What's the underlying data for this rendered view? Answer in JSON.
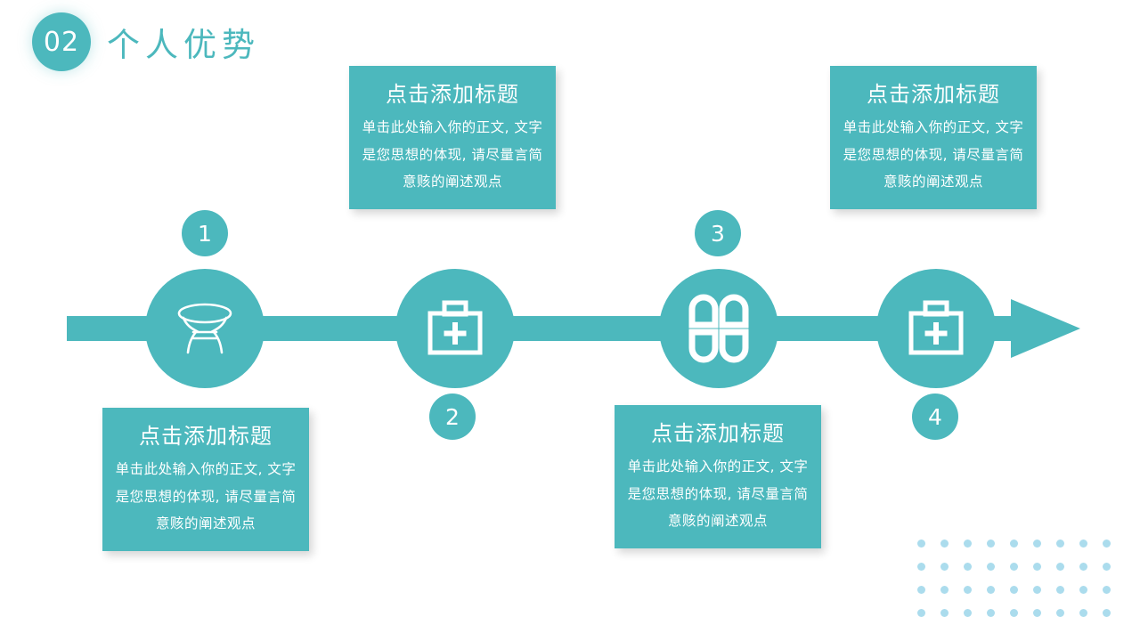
{
  "header": {
    "number": "02",
    "title": "个人优势",
    "accent_color": "#4cb8bd"
  },
  "theme": {
    "teal": "#4cb8bd",
    "dot_blue": "#abdced",
    "background": "#ffffff",
    "text_on_teal": "#ffffff"
  },
  "timeline": {
    "direction": "left-to-right",
    "arrow": "arrow-right",
    "nodes": [
      {
        "number": "1",
        "icon": "round-table-icon",
        "position": "above-line"
      },
      {
        "number": "2",
        "icon": "first-aid-kit-icon",
        "position": "below-line"
      },
      {
        "number": "3",
        "icon": "four-petal-clover-icon",
        "position": "above-line"
      },
      {
        "number": "4",
        "icon": "first-aid-kit-icon",
        "position": "below-line"
      }
    ]
  },
  "cards": [
    {
      "id": "card-1",
      "title": "点击添加标题",
      "body": "单击此处输入你的正文, 文字是您思想的体现, 请尽量言简意赅的阐述观点",
      "placement": "bottom-left"
    },
    {
      "id": "card-2",
      "title": "点击添加标题",
      "body": "单击此处输入你的正文, 文字是您思想的体现, 请尽量言简意赅的阐述观点",
      "placement": "top-second"
    },
    {
      "id": "card-3",
      "title": "点击添加标题",
      "body": "单击此处输入你的正文, 文字是您思想的体现, 请尽量言简意赅的阐述观点",
      "placement": "bottom-third"
    },
    {
      "id": "card-4",
      "title": "点击添加标题",
      "body": "单击此处输入你的正文, 文字是您思想的体现, 请尽量言简意赅的阐述观点",
      "placement": "top-right"
    }
  ],
  "decoration": {
    "dot_grid": {
      "columns": 9,
      "rows": 4,
      "color": "#abdced"
    }
  }
}
